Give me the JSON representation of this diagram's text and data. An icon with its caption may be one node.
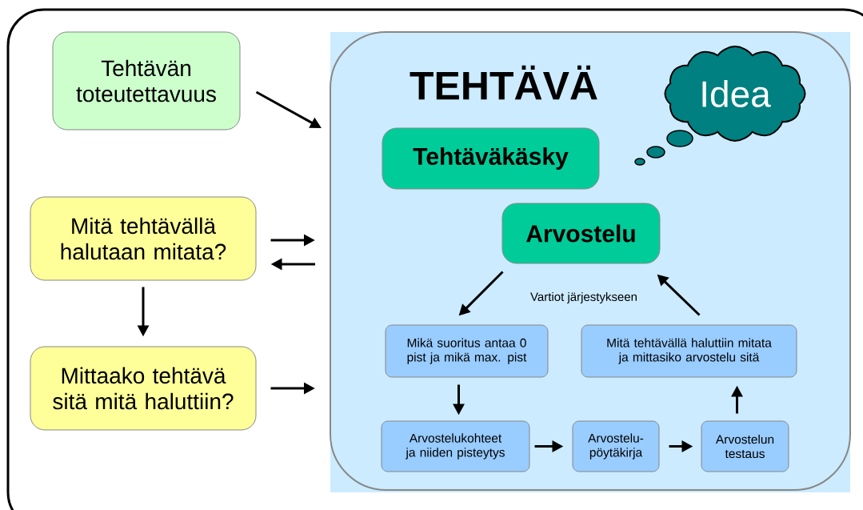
{
  "diagram": {
    "nodes": [
      {
        "text": [
          "Tehtävän toteutettavuus"
        ]
      },
      {
        "text": [
          "Mitä tehtävällä halutaan mitata?"
        ]
      },
      {
        "text": [
          "Mittaako tehtävä sitä mitä haluttiin?"
        ]
      },
      {
        "text": [
          "TEHTÄVÄ"
        ]
      },
      {
        "text": [
          "Idea"
        ],
        "in": 3
      },
      {
        "text": [
          "Tehtäväkäsky"
        ],
        "in": 3
      },
      {
        "text": [
          "Arvostelu"
        ],
        "in": 3
      },
      {
        "text": [
          "Mikä suoritus antaa 0 pist ja mikä max. pist"
        ],
        "in": 3
      },
      {
        "text": [
          "Mitä tehtävällä haluttiin mitata ja mittasiko arvostelu sitä"
        ],
        "in": 3
      },
      {
        "text": [
          "Arvostelukohteet ja niiden pisteytys"
        ],
        "in": 3
      },
      {
        "text": [
          "Arvostelu- pöytäkirja"
        ],
        "in": 3
      },
      {
        "text": [
          "Arvostelun testaus"
        ],
        "in": 3
      }
    ],
    "edges": [
      {
        "from": 0,
        "to": 3,
        "arrow": "to"
      },
      {
        "from": 1,
        "to": 3,
        "arrow": "to"
      },
      {
        "from": 3,
        "to": 1,
        "arrow": "to"
      },
      {
        "from": 1,
        "to": 2,
        "arrow": "to"
      },
      {
        "from": 2,
        "to": 3,
        "arrow": "to"
      },
      {
        "from": 6,
        "to": 7,
        "arrow": "to"
      },
      {
        "from": 7,
        "to": 9,
        "arrow": "to"
      },
      {
        "from": 9,
        "to": 10,
        "arrow": "to"
      },
      {
        "from": 10,
        "to": 11,
        "arrow": "to"
      },
      {
        "from": 11,
        "to": 8,
        "arrow": "to"
      },
      {
        "from": 8,
        "to": 6,
        "arrow": "to"
      }
    ],
    "labels": [
      "Vartiot järjestykseen"
    ]
  }
}
